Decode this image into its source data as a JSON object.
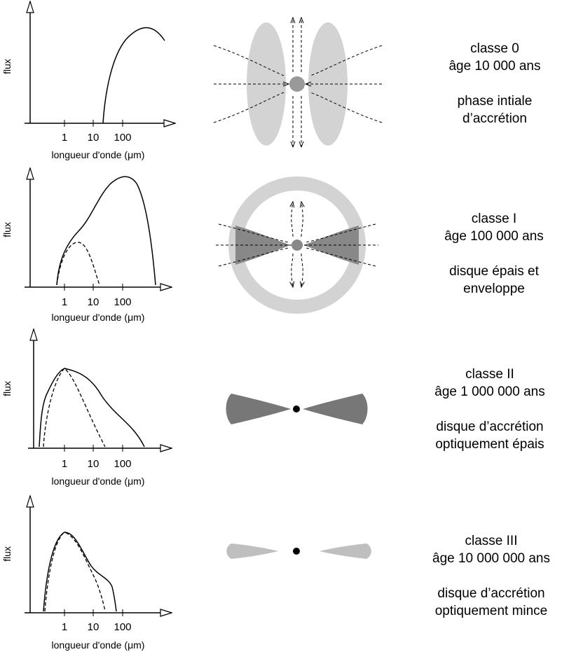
{
  "axis_labels": {
    "y": "flux",
    "x": "longueur d'onde  (μm)",
    "ticks": [
      "1",
      "10",
      "100"
    ]
  },
  "colors": {
    "light_gray": "#d3d3d3",
    "medium_gray": "#888888",
    "dark_gray": "#777777",
    "line": "#000000"
  },
  "stages": [
    {
      "class": "classe 0",
      "age": "âge 10 000 ans",
      "desc_line1": "phase intiale",
      "desc_line2": "d’accrétion"
    },
    {
      "class": "classe I",
      "age": "âge 100 000 ans",
      "desc_line1": "disque épais et",
      "desc_line2": "enveloppe"
    },
    {
      "class": "classe II",
      "age": "âge 1 000 000 ans",
      "desc_line1": "disque d’accrétion",
      "desc_line2": "optiquement épais"
    },
    {
      "class": "classe III",
      "age": "âge 10 000 000 ans",
      "desc_line1": "disque d’accrétion",
      "desc_line2": "optiquement mince"
    }
  ]
}
